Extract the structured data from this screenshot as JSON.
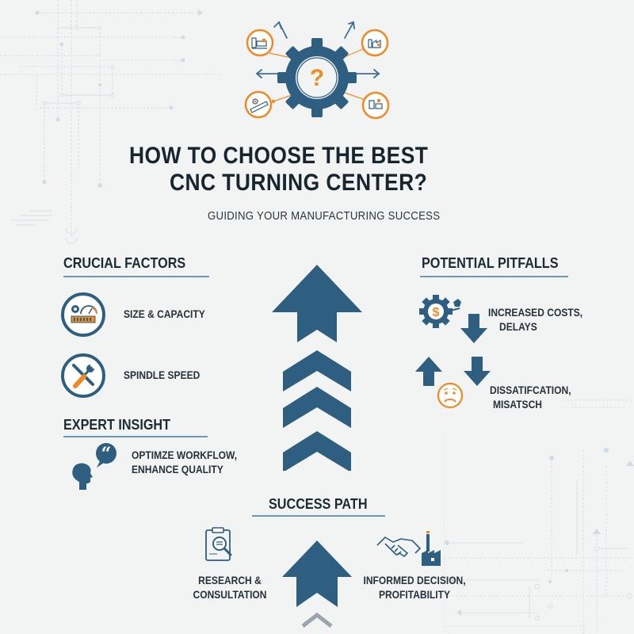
{
  "colors": {
    "background": "#f2f3f3",
    "primary_blue": "#2f5f80",
    "accent_orange": "#f08a24",
    "text_dark": "#16252e",
    "rule": "#6d97b5",
    "circuit_lines": "#d6dfe4"
  },
  "header": {
    "hub_icon": "gear-question-icon",
    "satellite_icons": [
      "machine-gear-icon",
      "factory-icon",
      "tools-ruler-icon",
      "workstation-icon"
    ],
    "title_line1": "HOW TO CHOOSE THE BEST",
    "title_line2": "CNC TURNING CENTER?",
    "subtitle": "GUIDING YOUR MANUFACTURING SUCCESS"
  },
  "crucial_factors": {
    "heading": "CRUCIAL FACTORS",
    "items": [
      {
        "icon": "gauge-gear-icon",
        "label": "SIZE & CAPACITY"
      },
      {
        "icon": "wrench-screwdriver-icon",
        "label": "SPINDLE SPEED"
      }
    ]
  },
  "expert_insight": {
    "heading": "EXPERT INSIGHT",
    "icon": "head-speech-quote-icon",
    "line1": "OPTIMZE WORKFLOW,",
    "line2": "ENHANCE QUALITY"
  },
  "potential_pitfalls": {
    "heading": "POTENTIAL PITFALLS",
    "items": [
      {
        "icon": "gear-dollar-icon",
        "line1": "INCREASED COSTS,",
        "line2": "DELAYS"
      },
      {
        "icon": "sad-face-icon",
        "line1": "DISSATIFCATION,",
        "line2": "MISATSCH"
      }
    ]
  },
  "success_path": {
    "heading": "SUCCESS PATH",
    "left": {
      "icon": "clipboard-magnifier-icon",
      "line1": "RESEARCH &",
      "line2": "CONSULTATION"
    },
    "right": {
      "icon": "handshake-factory-icon",
      "line1": "INFORMED DECISION,",
      "line2": "PROFITABILITY"
    }
  }
}
